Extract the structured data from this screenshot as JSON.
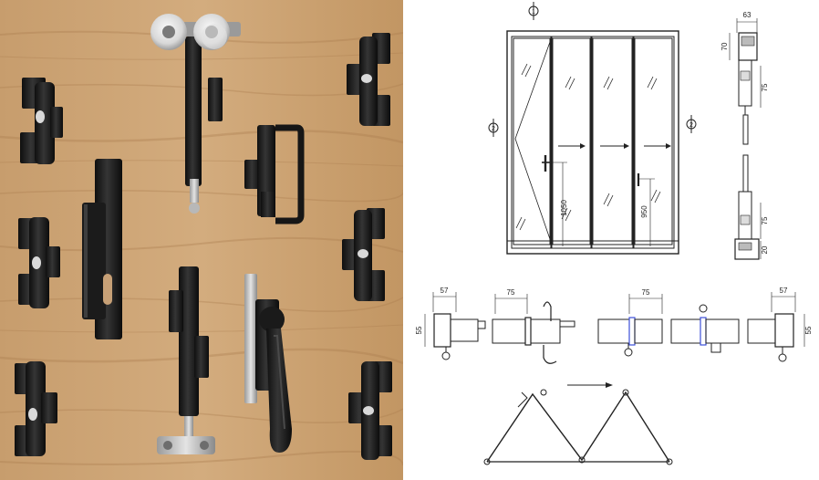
{
  "colors": {
    "wood_light": "#cfa677",
    "wood_mid": "#bb8f5f",
    "wood_dark": "#9c7147",
    "hardware_black": "#141414",
    "hardware_highlight": "#3a3a3a",
    "roller_white": "#e7e7e7",
    "drawing_line": "#222222",
    "drawing_accent": "#3c4fd8"
  },
  "drawing": {
    "elevation": {
      "section_marker_top": "1",
      "section_marker_left": "2",
      "section_marker_right": "2",
      "handle_height_1": "1050",
      "handle_height_2": "950"
    },
    "side_section": {
      "dim_top_width": "63",
      "dim_top_height": "70",
      "dim_top_inner": "75",
      "dim_bottom_inner": "75",
      "dim_bottom_height": "20"
    },
    "plan": {
      "dim_left_width": "57",
      "dim_left_height": "55",
      "dim_mid_1": "75",
      "dim_mid_2": "75",
      "dim_right_width": "57",
      "dim_right_height": "55"
    }
  }
}
